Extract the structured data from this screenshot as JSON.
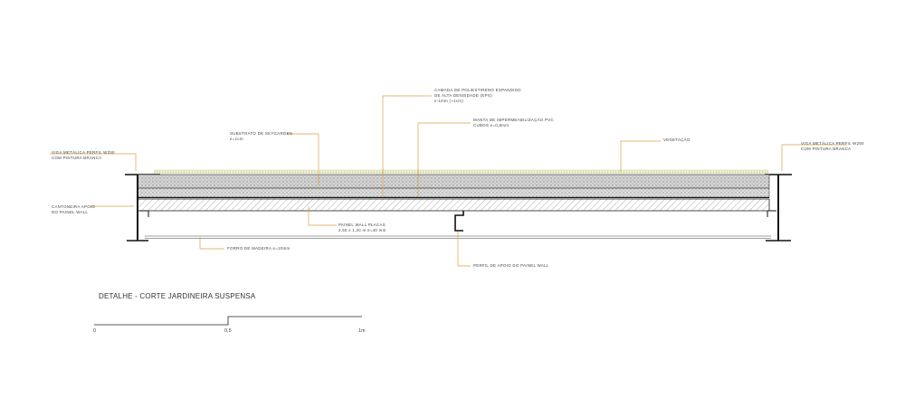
{
  "labels": {
    "eps": {
      "line1": "CAMADA DE POLIESTIRENO EXPANDIDO",
      "line2": "DE ALTA DENSIDADE (EPS)",
      "line3": "e:1mm (~1cm)"
    },
    "pvc": {
      "line1": "MANTA DE IMPERMEABILIZAÇÃO PVC",
      "line2": "CUBOS  e=0,8mm"
    },
    "substrate": {
      "line1": "SUBSTRATO DE SKYGARDEN",
      "line2": "e=1cm"
    },
    "vegetation": "VEGETAÇÃO",
    "beam_left": {
      "line1": "VIGA METÁLICA PERFIL W250",
      "line2": "COM PINTURA BRANCA"
    },
    "beam_right": {
      "line1": "VIGA METÁLICA PERFIL W250",
      "line2": "COM PINTURA BRANCA"
    },
    "support_angle": {
      "line1": "CANTONEIRA APOIO",
      "line2": "DO PAINEL WALL"
    },
    "wall_panel": {
      "line1": "PAINEL WALL PLACAS",
      "line2": "2,50 x 1,20 m   e=40 mm"
    },
    "wood_ceiling": "FORRO DE MADEIRA e=10mm",
    "support_profile": "PERFIL DE APOIO DO PAINEL WALL"
  },
  "title": "DETALHE - CORTE JARDINEIRA SUSPENSA",
  "scale": {
    "tick_0": "0",
    "tick_mid": "0,5",
    "tick_end": "1m"
  },
  "colors": {
    "leader": "#d9a441",
    "line": "#111111",
    "hatch": "#555555",
    "grass": "#c9c97a"
  }
}
